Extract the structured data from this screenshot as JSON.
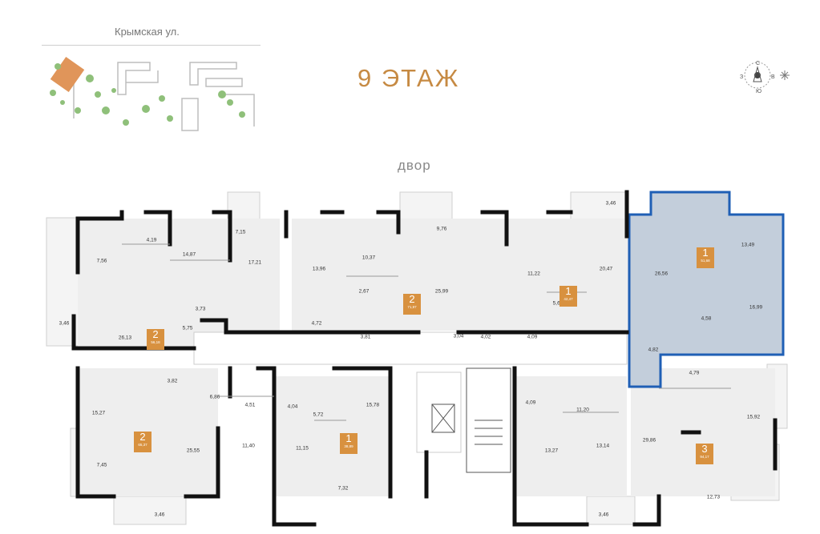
{
  "header": {
    "street": "Крымская ул.",
    "floor_title": "9 ЭТАЖ",
    "yard_label": "двор"
  },
  "compass": {
    "north": "С",
    "east": "В",
    "south": "Ю",
    "west": "З"
  },
  "colors": {
    "accent": "#d8913f",
    "title": "#c68a43",
    "highlight_fill": "#c3cedb",
    "highlight_stroke": "#1f5fb5",
    "wall": "#111111"
  },
  "units": [
    {
      "id": "u-a",
      "rooms": "2",
      "total": "56,18",
      "highlighted": false
    },
    {
      "id": "u-b",
      "rooms": "2",
      "total": "71,97",
      "highlighted": false
    },
    {
      "id": "u-c",
      "rooms": "1",
      "total": "42,47",
      "highlighted": false
    },
    {
      "id": "u-d",
      "rooms": "1",
      "total": "51,68",
      "highlighted": true
    },
    {
      "id": "u-e",
      "rooms": "2",
      "total": "65,37",
      "highlighted": false
    },
    {
      "id": "u-f",
      "rooms": "1",
      "total": "38,89",
      "highlighted": false
    },
    {
      "id": "u-g",
      "rooms": "3",
      "total": "94,17",
      "highlighted": false
    }
  ],
  "areas": [
    "4,19",
    "14,87",
    "7,56",
    "7,15",
    "17,21",
    "13,96",
    "10,37",
    "9,76",
    "2,67",
    "25,99",
    "3,46",
    "11,22",
    "20,47",
    "13,49",
    "26,56",
    "16,99",
    "4,58",
    "3,73",
    "5,75",
    "26,13",
    "3,46",
    "4,72",
    "3,81",
    "3,04",
    "4,02",
    "4,09",
    "5,65",
    "4,82",
    "4,79",
    "3,82",
    "6,86",
    "4,51",
    "4,04",
    "15,78",
    "5,72",
    "4,09",
    "11,20",
    "15,27",
    "15,92",
    "25,55",
    "11,40",
    "11,15",
    "13,27",
    "13,14",
    "29,86",
    "7,45",
    "7,32",
    "3,46",
    "3,46",
    "12,73"
  ]
}
